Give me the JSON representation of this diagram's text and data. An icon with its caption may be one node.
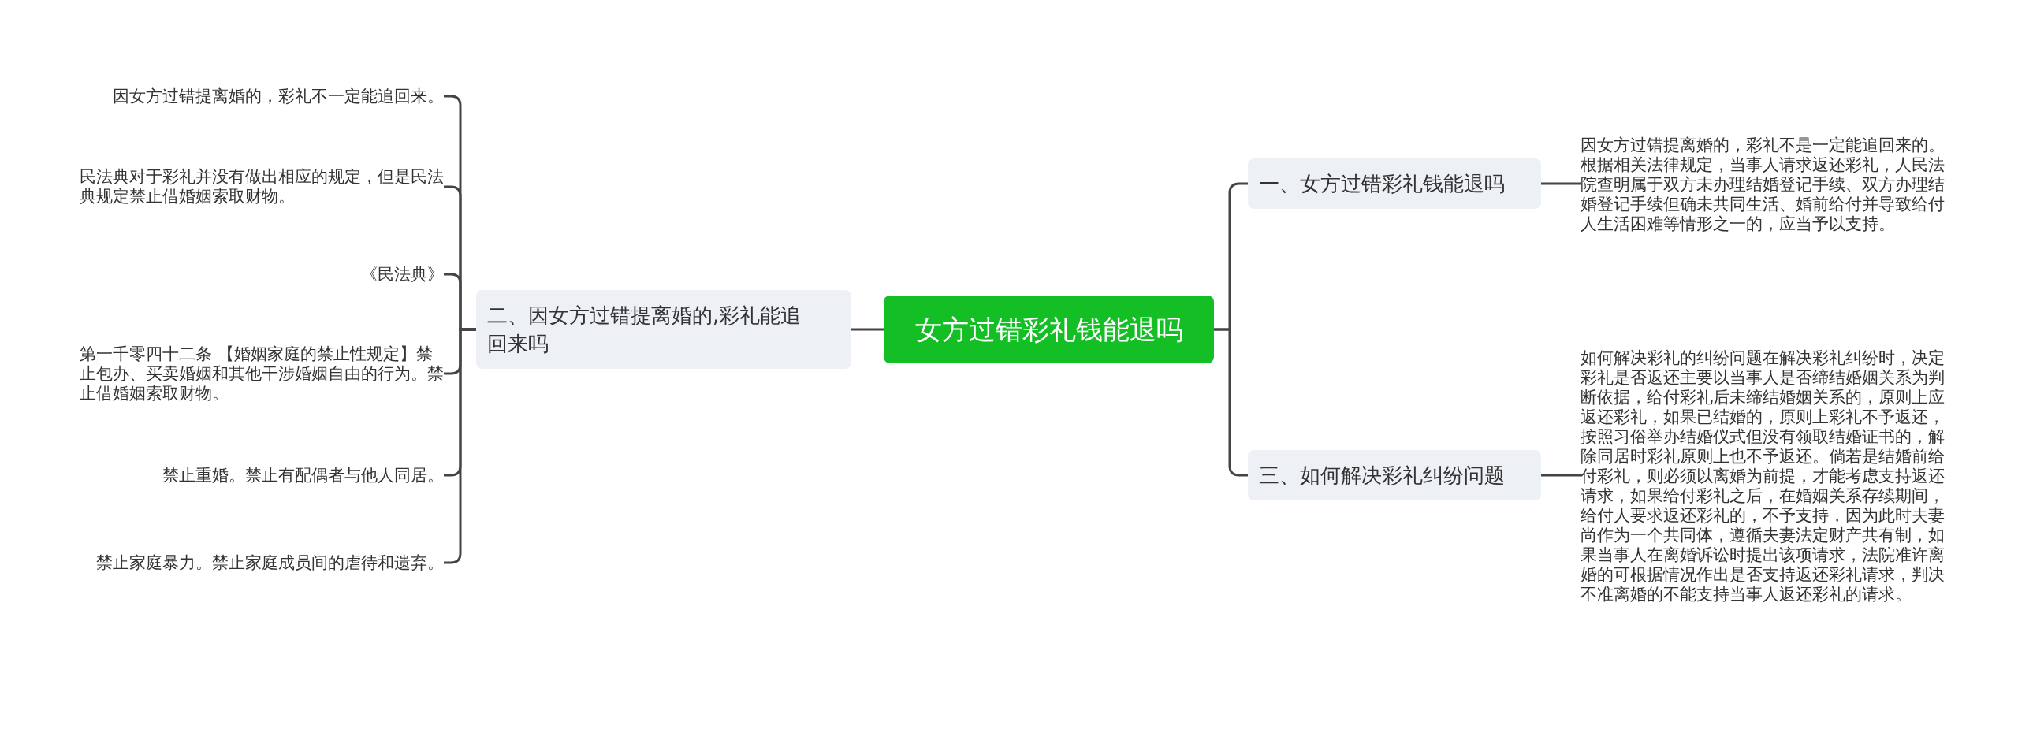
{
  "diagram": {
    "nodes": [
      {
        "text": [
          "女方过错彩礼钱能退吗"
        ]
      },
      {
        "text": [
          "一、女方过错彩礼钱能退吗"
        ]
      },
      {
        "text": [
          "因女方过错提离婚的，彩礼不是一定能追回来的。根据相关法律规定，当事人请求返还彩礼，人民法院查明属于双方未办理结婚登记手续、双方办理结婚登记手续但确未共同生活、婚前给付并导致给付人生活困难等情形之一的，应当予以支持。"
        ]
      },
      {
        "text": [
          "三、如何解决彩礼纠纷问题"
        ]
      },
      {
        "text": [
          "如何解决彩礼的纠纷问题在解决彩礼纠纷时，决定彩礼是否返还主要以当事人是否缔结婚姻关系为判断依据，给付彩礼后未缔结婚姻关系的，原则上应返还彩礼，如果已结婚的，原则上彩礼不予返还，按照习俗举办结婚仪式但没有领取结婚证书的，解除同居时彩礼原则上也不予返还。倘若是结婚前给付彩礼，则必须以离婚为前提，才能考虑支持返还请求，如果给付彩礼之后，在婚姻关系存续期间，给付人要求返还彩礼的，不予支持，因为此时夫妻尚作为一个共同体，遵循夫妻法定财产共有制，如果当事人在离婚诉讼时提出该项请求，法院准许离婚的可根据情况作出是否支持返还彩礼请求，判决不准离婚的不能支持当事人返还彩礼的请求。"
        ]
      },
      {
        "text": [
          "二、因女方过错提离婚的,彩礼能追回来吗"
        ]
      },
      {
        "text": [
          "因女方过错提离婚的，彩礼不一定能追回来。"
        ]
      },
      {
        "text": [
          "民法典对于彩礼并没有做出相应的规定，但是民法典规定禁止借婚姻索取财物。"
        ]
      },
      {
        "text": [
          "《民法典》"
        ]
      },
      {
        "text": [
          "第一千零四十二条 【婚姻家庭的禁止性规定】禁止包办、买卖婚姻和其他干涉婚姻自由的行为。禁止借婚姻索取财物。"
        ]
      },
      {
        "text": [
          "禁止重婚。禁止有配偶者与他人同居。"
        ]
      },
      {
        "text": [
          "禁止家庭暴力。禁止家庭成员间的虐待和遗弃。"
        ]
      }
    ],
    "edges": [
      {
        "from": 0,
        "to": 1,
        "arrow": "none"
      },
      {
        "from": 1,
        "to": 2,
        "arrow": "none"
      },
      {
        "from": 0,
        "to": 3,
        "arrow": "none"
      },
      {
        "from": 3,
        "to": 4,
        "arrow": "none"
      },
      {
        "from": 0,
        "to": 5,
        "arrow": "none"
      },
      {
        "from": 5,
        "to": 6,
        "arrow": "none"
      },
      {
        "from": 5,
        "to": 7,
        "arrow": "none"
      },
      {
        "from": 5,
        "to": 8,
        "arrow": "none"
      },
      {
        "from": 5,
        "to": 9,
        "arrow": "none"
      },
      {
        "from": 5,
        "to": 10,
        "arrow": "none"
      },
      {
        "from": 5,
        "to": 11,
        "arrow": "none"
      }
    ]
  }
}
